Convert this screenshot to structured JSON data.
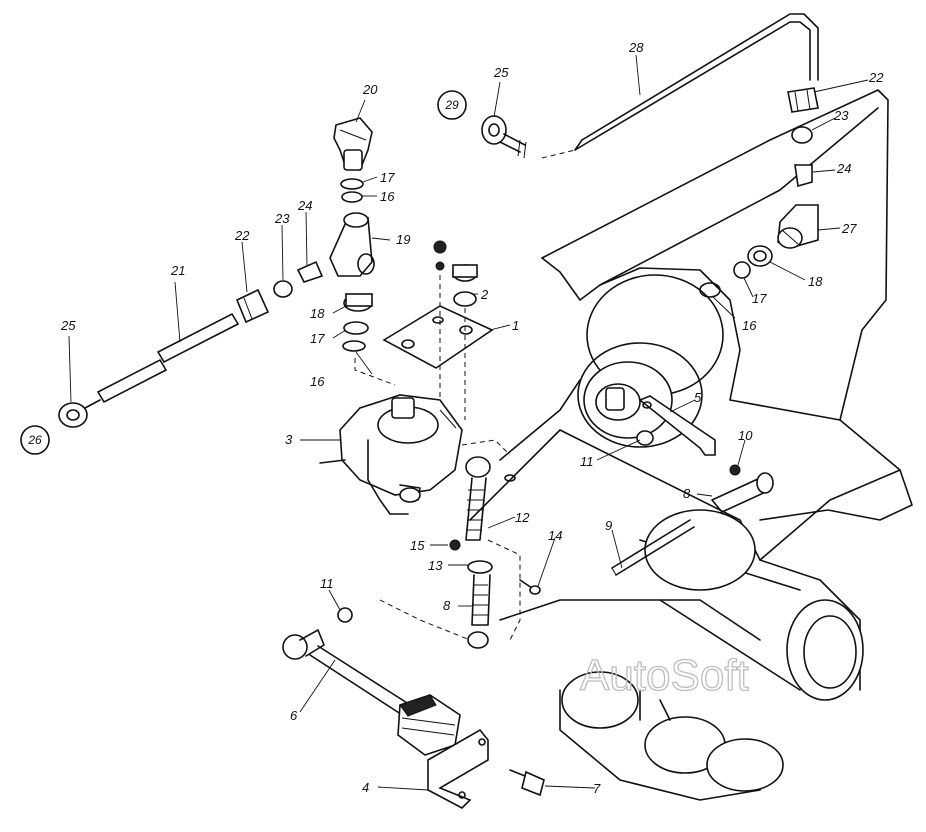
{
  "watermark": "AutoSoft",
  "callouts": [
    "1",
    "2",
    "3",
    "4",
    "5",
    "6",
    "7",
    "8",
    "8",
    "9",
    "10",
    "11",
    "11",
    "12",
    "13",
    "14",
    "15",
    "16",
    "16",
    "16",
    "17",
    "17",
    "17",
    "18",
    "18",
    "19",
    "20",
    "21",
    "22",
    "22",
    "23",
    "23",
    "24",
    "24",
    "25",
    "25",
    "26",
    "27",
    "28",
    "29"
  ]
}
